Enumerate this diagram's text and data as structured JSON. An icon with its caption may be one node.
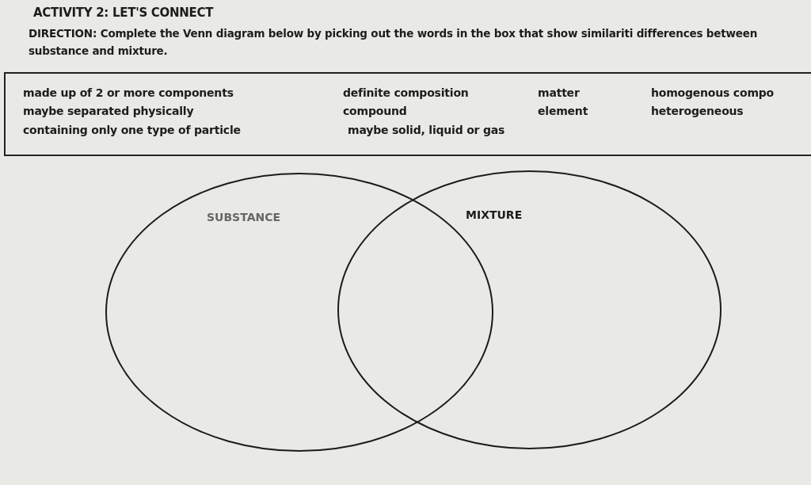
{
  "diagram": {
    "title": "ACTIVITY 2: LET'S CONNECT",
    "nodes": [
      {
        "text": [
          "made up of 2 or more components",
          "maybe separated physically",
          "containing only one type of particle",
          "definite composition",
          "compound",
          "maybe solid, liquid or gas",
          "matter",
          "element",
          "homogenous compo",
          "heterogeneous"
        ]
      },
      {
        "text": [
          "SUBSTANCE"
        ]
      },
      {
        "text": [
          "MIXTURE"
        ]
      }
    ],
    "labels": [
      "**DIRECTION:** Complete the Venn diagram below by picking out the words in the box that show similariti differences between substance and mixture."
    ]
  }
}
